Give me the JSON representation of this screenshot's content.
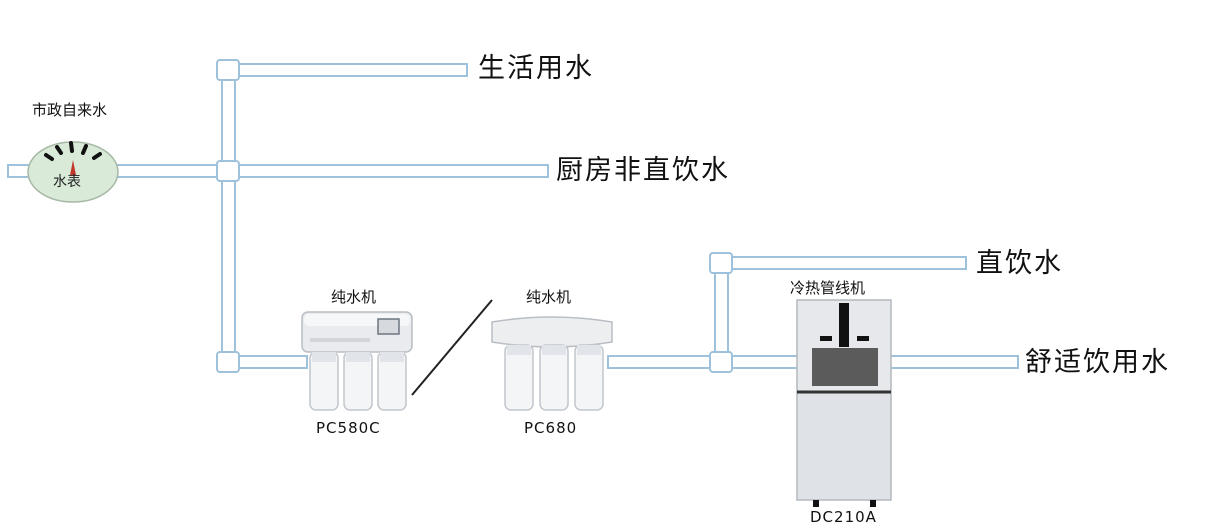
{
  "source_label": "市政自来水",
  "meter_label": "水表",
  "outlets": {
    "domestic": "生活用水",
    "kitchen": "厨房非直饮水",
    "direct": "直饮水",
    "comfort": "舒适饮用水"
  },
  "units": [
    {
      "title": "纯水机",
      "model": "PC580C"
    },
    {
      "title": "纯水机",
      "model": "PC680"
    },
    {
      "title": "冷热管线机",
      "model": "DC210A"
    }
  ],
  "colors": {
    "pipe_fill": "#ffffff",
    "pipe_edge": "#9ec2dc",
    "meter_face": "#d9ead8",
    "meter_needle": "#c0392b",
    "machine_top": "#e9ebee",
    "machine_panel": "#5b5b5b"
  }
}
